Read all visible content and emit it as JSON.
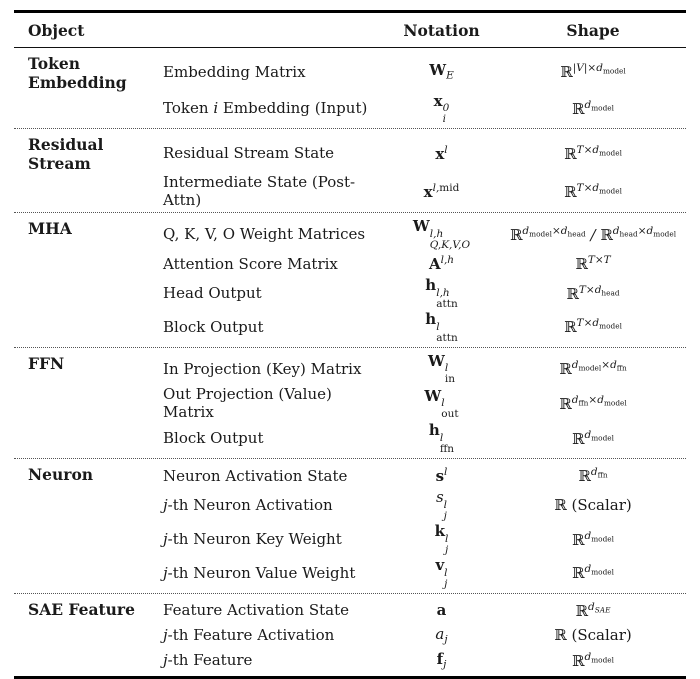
{
  "colors": {
    "text": "#1a1a1a",
    "background": "#ffffff",
    "rule": "#000000"
  },
  "table": {
    "headers": {
      "object": "Object",
      "notation": "Notation",
      "shape": "Shape"
    },
    "groups": [
      {
        "object": "Token Embedding",
        "rows": [
          {
            "description": "Embedding Matrix",
            "notation": "*W*_{E}",
            "shape": "~ℝ~^{|V|×d_{~model~}}"
          },
          {
            "description": "Token `i` Embedding (Input)",
            "notation": "*x*^{0}_{i}",
            "shape": "~ℝ~^{d_{~model~}}"
          }
        ]
      },
      {
        "object": "Residual Stream",
        "rows": [
          {
            "description": "Residual Stream State",
            "notation": "*x*^{l}",
            "shape": "~ℝ~^{T×d_{~model~}}"
          },
          {
            "description": "Intermediate State (Post-Attn)",
            "notation": "*x*^{l,~mid~}",
            "shape": "~ℝ~^{T×d_{~model~}}"
          }
        ]
      },
      {
        "object": "MHA",
        "rows": [
          {
            "description": "Q, K, V, O Weight Matrices",
            "notation": "*W*^{l,h}_{Q,K,V,O}",
            "shape": "~ℝ~^{d_{~model~}×d_{~head~}} / ~ℝ~^{d_{~head~}×d_{~model~}}"
          },
          {
            "description": "Attention Score Matrix",
            "notation": "*A*^{l,h}",
            "shape": "~ℝ~^{T×T}"
          },
          {
            "description": "Head Output",
            "notation": "*h*^{l,h}_{~attn~}",
            "shape": "~ℝ~^{T×d_{~head~}}"
          },
          {
            "description": "Block Output",
            "notation": "*h*^{l}_{~attn~}",
            "shape": "~ℝ~^{T×d_{~model~}}"
          }
        ]
      },
      {
        "object": "FFN",
        "rows": [
          {
            "description": "In Projection (Key) Matrix",
            "notation": "*W*^{l}_{~in~}",
            "shape": "~ℝ~^{d_{~model~}×d_{~ffn~}}"
          },
          {
            "description": "Out Projection (Value) Matrix",
            "notation": "*W*^{l}_{~out~}",
            "shape": "~ℝ~^{d_{~ffn~}×d_{~model~}}"
          },
          {
            "description": "Block Output",
            "notation": "*h*^{l}_{~ffn~}",
            "shape": "~ℝ~^{d_{~model~}}"
          }
        ]
      },
      {
        "object": "Neuron",
        "rows": [
          {
            "description": "Neuron Activation State",
            "notation": "*s*^{l}",
            "shape": "~ℝ~^{d_{~ffn~}}"
          },
          {
            "description": "`j`-th Neuron Activation",
            "notation": "s^{l}_{j}",
            "shape": "~ℝ (Scalar)~"
          },
          {
            "description": "`j`-th Neuron Key Weight",
            "notation": "*k*^{l}_{j}",
            "shape": "~ℝ~^{d_{~model~}}"
          },
          {
            "description": "`j`-th Neuron Value Weight",
            "notation": "*v*^{l}_{j}",
            "shape": "~ℝ~^{d_{~model~}}"
          }
        ]
      },
      {
        "object": "SAE Feature",
        "rows": [
          {
            "description": "Feature Activation State",
            "notation": "*a*",
            "shape": "~ℝ~^{d_{SAE}}"
          },
          {
            "description": "`j`-th Feature Activation",
            "notation": "a_{j}",
            "shape": "~ℝ (Scalar)~"
          },
          {
            "description": "`j`-th Feature",
            "notation": "*f*_{j}",
            "shape": "~ℝ~^{d_{~model~}}"
          }
        ]
      }
    ]
  }
}
